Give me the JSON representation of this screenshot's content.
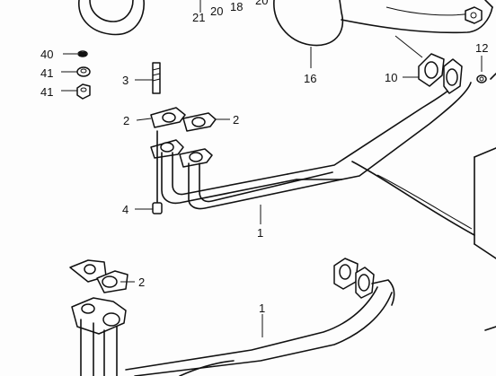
{
  "diagram": {
    "labels": {
      "p21": "21",
      "p20": "20",
      "p18": "18",
      "p20b": "20",
      "p40": "40",
      "p41a": "41",
      "p41b": "41",
      "p3": "3",
      "p2a": "2",
      "p2b": "2",
      "p4": "4",
      "p1a": "1",
      "p16": "16",
      "p10": "10",
      "p12": "12",
      "p2c": "2",
      "p1b": "1"
    }
  }
}
